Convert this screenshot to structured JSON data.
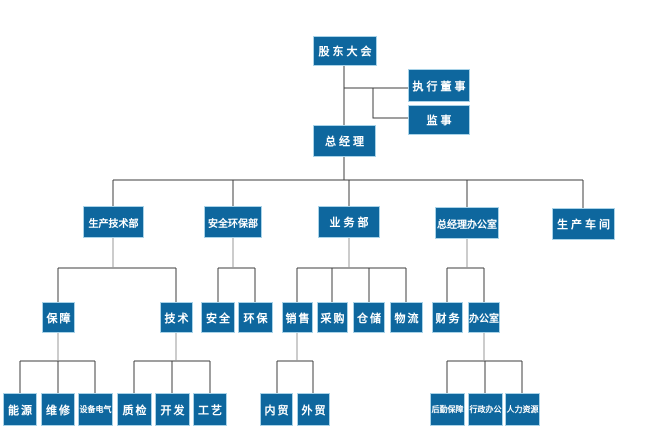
{
  "colors": {
    "background": "#ffffff",
    "node_fill": "#0e679e",
    "node_border": "#a9d3e8",
    "node_text": "#ffffff",
    "line_primary": "#3f3f3f",
    "line_secondary": "#9a9a9a"
  },
  "org": {
    "nodes": {
      "shareholders": {
        "label": "股东大会"
      },
      "executive_director": {
        "label": "执行董事"
      },
      "supervisor": {
        "label": "监事"
      },
      "general_manager": {
        "label": "总经理"
      },
      "production_tech_dept": {
        "label": "生产技术部"
      },
      "safety_env_dept": {
        "label": "安全环保部"
      },
      "business_dept": {
        "label": "业务部"
      },
      "gm_office": {
        "label": "总经理办公室"
      },
      "production_workshop": {
        "label": "生产车间"
      },
      "support": {
        "label": "保障"
      },
      "technology": {
        "label": "技术"
      },
      "safety": {
        "label": "安全"
      },
      "env_protection": {
        "label": "环保"
      },
      "sales": {
        "label": "销售"
      },
      "procurement": {
        "label": "采购"
      },
      "warehousing": {
        "label": "仓储"
      },
      "logistics": {
        "label": "物流"
      },
      "finance": {
        "label": "财务"
      },
      "office": {
        "label": "办公室"
      },
      "energy": {
        "label": "能源"
      },
      "maintenance": {
        "label": "维修"
      },
      "equipment_electrical": {
        "label": "设备电气"
      },
      "quality_inspection": {
        "label": "质检"
      },
      "development": {
        "label": "开发"
      },
      "process_craft": {
        "label": "工艺"
      },
      "domestic_trade": {
        "label": "内贸"
      },
      "foreign_trade": {
        "label": "外贸"
      },
      "logistics_support": {
        "label": "后勤保障"
      },
      "admin_office": {
        "label": "行政办公"
      },
      "human_resources": {
        "label": "人力资源"
      }
    },
    "hierarchy": {
      "shareholders": [
        "executive_director",
        "supervisor",
        "general_manager"
      ],
      "general_manager": [
        "production_tech_dept",
        "safety_env_dept",
        "business_dept",
        "gm_office",
        "production_workshop"
      ],
      "production_tech_dept": [
        "support",
        "technology"
      ],
      "safety_env_dept": [
        "safety",
        "env_protection"
      ],
      "business_dept": [
        "sales",
        "procurement",
        "warehousing",
        "logistics"
      ],
      "gm_office": [
        "finance",
        "office"
      ],
      "support": [
        "energy",
        "maintenance",
        "equipment_electrical"
      ],
      "technology": [
        "quality_inspection",
        "development",
        "process_craft"
      ],
      "sales": [
        "domestic_trade",
        "foreign_trade"
      ],
      "office": [
        "logistics_support",
        "admin_office",
        "human_resources"
      ]
    }
  }
}
